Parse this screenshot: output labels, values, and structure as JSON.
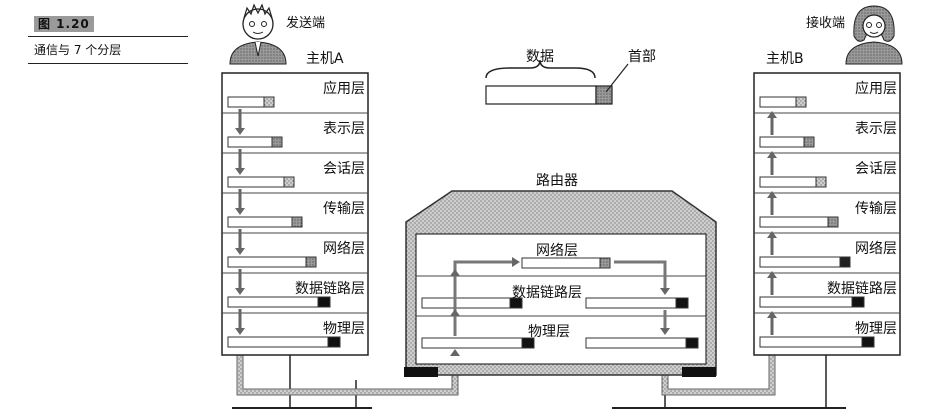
{
  "figure": {
    "label": "图 1.20",
    "caption": "通信与 7 个分层"
  },
  "sender": {
    "role": "发送端",
    "host": "主机A"
  },
  "receiver": {
    "role": "接收端",
    "host": "主机B"
  },
  "packet": {
    "data_label": "数据",
    "header_label": "首部"
  },
  "router": {
    "title": "路由器",
    "layers": [
      "网络层",
      "数据链路层",
      "物理层"
    ]
  },
  "host_layers": [
    "应用层",
    "表示层",
    "会话层",
    "传输层",
    "网络层",
    "数据链路层",
    "物理层"
  ]
}
